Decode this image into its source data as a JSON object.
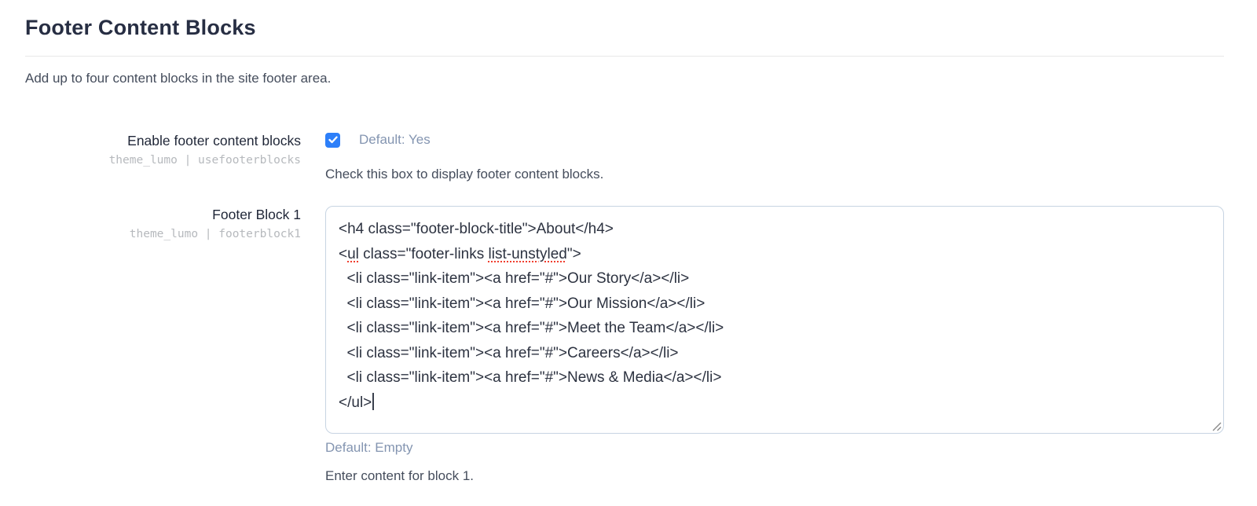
{
  "page": {
    "title": "Footer Content Blocks",
    "description": "Add up to four content blocks in the site footer area."
  },
  "colors": {
    "accent_checkbox_blue": "#2d7ff9",
    "default_label_blue_gray": "#8495b1",
    "heading_navy": "#272e43",
    "meta_gray": "#b6b9bd",
    "textarea_border": "#c7d4e2",
    "spellcheck_red": "#f03e2e"
  },
  "fields": {
    "enable": {
      "label": "Enable footer content blocks",
      "meta": "theme_lumo | usefooterblocks",
      "checkbox_checked": true,
      "default_label": "Default: Yes",
      "help": "Check this box to display footer content blocks."
    },
    "block1": {
      "label": "Footer Block 1",
      "meta": "theme_lumo | footerblock1",
      "default_label": "Default: Empty",
      "help": "Enter content for block 1.",
      "code": {
        "l1": "<h4 class=\"footer-block-title\">About</h4>",
        "l2a": "<",
        "l2b": "ul",
        "l2c": " class=\"footer-links ",
        "l2d": "list-unstyled",
        "l2e": "\">",
        "l3": "  <li class=\"link-item\"><a href=\"#\">Our Story</a></li>",
        "l4": "  <li class=\"link-item\"><a href=\"#\">Our Mission</a></li>",
        "l5": "  <li class=\"link-item\"><a href=\"#\">Meet the Team</a></li>",
        "l6": "  <li class=\"link-item\"><a href=\"#\">Careers</a></li>",
        "l7": "  <li class=\"link-item\"><a href=\"#\">News & Media</a></li>",
        "l8": "</ul>"
      }
    }
  }
}
